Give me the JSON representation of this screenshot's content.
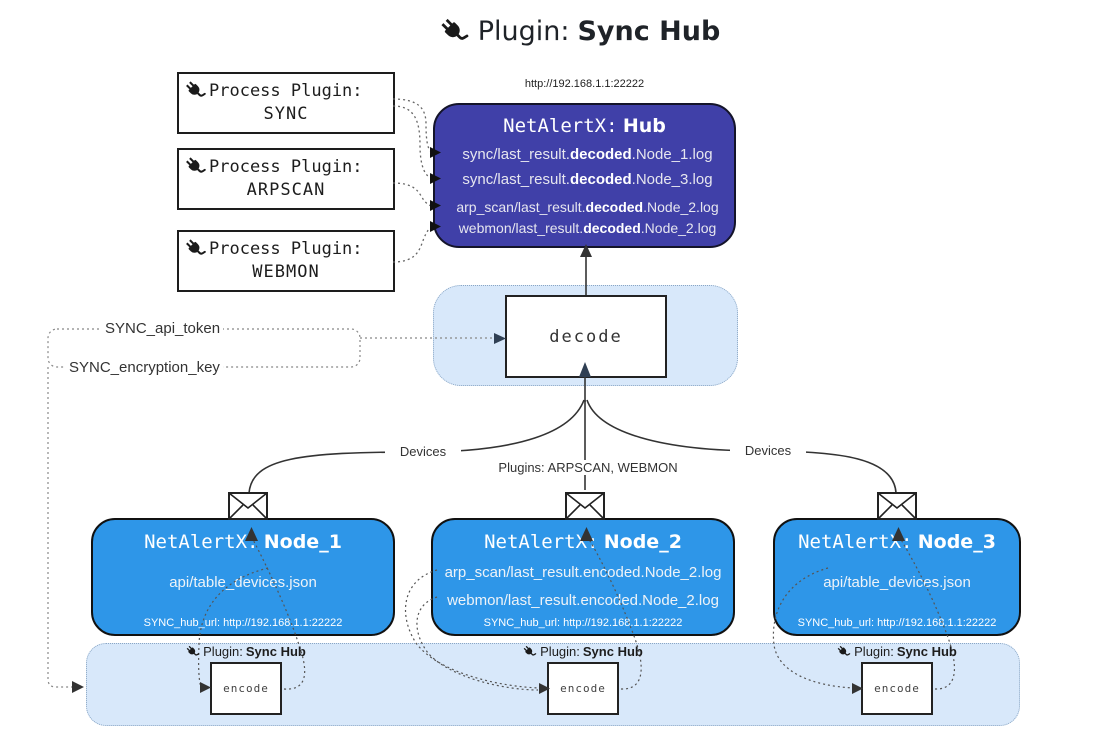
{
  "title": {
    "prefix": "Plugin:",
    "name": "Sync Hub"
  },
  "process_plugins": [
    {
      "label": "Process Plugin:",
      "name": "SYNC"
    },
    {
      "label": "Process Plugin:",
      "name": "ARPSCAN"
    },
    {
      "label": "Process Plugin:",
      "name": "WEBMON"
    }
  ],
  "hub": {
    "url": "http://192.168.1.1:22222",
    "title_prefix": "NetAlertX:",
    "title_name": "Hub",
    "log_lines": [
      {
        "pre": "sync/last_result.",
        "bold": "decoded",
        "post": ".Node_1.log"
      },
      {
        "pre": "sync/last_result.",
        "bold": "decoded",
        "post": ".Node_3.log"
      },
      {
        "pre": "arp_scan/last_result.",
        "bold": "decoded",
        "post": ".Node_2.log"
      },
      {
        "pre": "webmon/last_result.",
        "bold": "decoded",
        "post": ".Node_2.log"
      }
    ]
  },
  "decode": {
    "label": "decode"
  },
  "keys": {
    "api_token": "SYNC_api_token",
    "encryption_key": "SYNC_encryption_key"
  },
  "edge_labels": {
    "devices_left": "Devices",
    "devices_right": "Devices",
    "plugins_middle": "Plugins: ARPSCAN, WEBMON"
  },
  "nodes": [
    {
      "title_prefix": "NetAlertX:",
      "name": "Node_1",
      "lines": [
        "api/table_devices.json"
      ],
      "footer": "SYNC_hub_url: http://192.168.1.1:22222"
    },
    {
      "title_prefix": "NetAlertX:",
      "name": "Node_2",
      "lines": [
        "arp_scan/last_result.encoded.Node_2.log",
        "webmon/last_result.encoded.Node_2.log"
      ],
      "footer": "SYNC_hub_url: http://192.168.1.1:22222"
    },
    {
      "title_prefix": "NetAlertX:",
      "name": "Node_3",
      "lines": [
        "api/table_devices.json"
      ],
      "footer": "SYNC_hub_url: http://192.168.1.1:22222"
    }
  ],
  "encoders": [
    {
      "plugin_prefix": "Plugin:",
      "plugin_name": "Sync Hub",
      "label": "encode"
    },
    {
      "plugin_prefix": "Plugin:",
      "plugin_name": "Sync Hub",
      "label": "encode"
    },
    {
      "plugin_prefix": "Plugin:",
      "plugin_name": "Sync Hub",
      "label": "encode"
    }
  ],
  "colors": {
    "hub_bg": "#4040a8",
    "node_bg": "#2e96e8",
    "container_bg": "#d8e8fa",
    "container_border": "#8aa6c4"
  }
}
